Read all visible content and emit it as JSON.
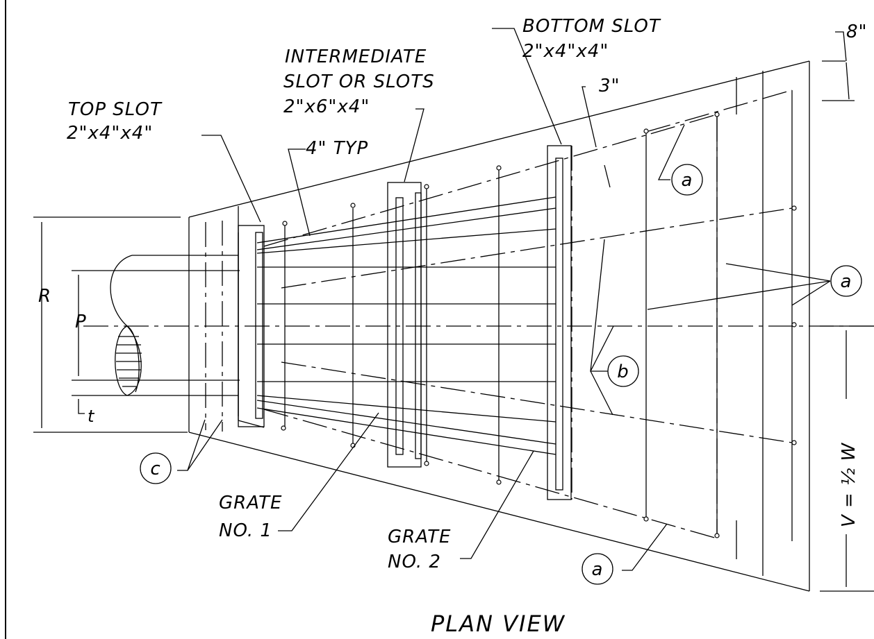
{
  "labels": {
    "top_slot_line1": "TOP SLOT",
    "top_slot_line2": "2\"x4\"x4\"",
    "intermediate_line1": "INTERMEDIATE",
    "intermediate_line2": "SLOT OR SLOTS",
    "intermediate_line3": "2\"x6\"x4\"",
    "bottom_slot_line1": "BOTTOM SLOT",
    "bottom_slot_line2": "2\"x4\"x4\"",
    "four_typ": "4\" TYP",
    "three_in": "3\"",
    "eight_in": "8\"",
    "grate1_line1": "GRATE",
    "grate1_line2": "NO. 1",
    "grate2_line1": "GRATE",
    "grate2_line2": "NO. 2",
    "dim_r": "R",
    "dim_p": "P",
    "dim_t": "t",
    "dim_v": "V  =  ½ W",
    "title": "PLAN VIEW"
  },
  "callouts": {
    "a": "a",
    "b": "b",
    "c": "c"
  }
}
